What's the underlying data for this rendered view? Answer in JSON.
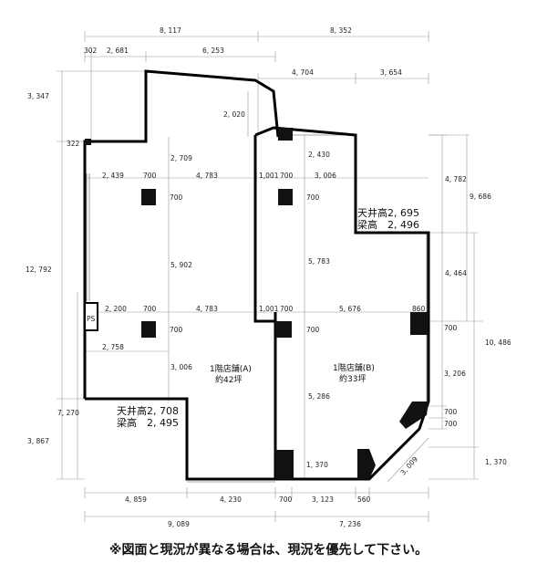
{
  "dimensions": {
    "top_total_left": "8, 117",
    "top_total_right": "8, 352",
    "top_302": "302",
    "top_2681": "2, 681",
    "top_6253": "6, 253",
    "top_4704": "4, 704",
    "top_3654": "3, 654",
    "d_2020": "2, 020",
    "d_2430": "2, 430",
    "d_2709": "2, 709",
    "d_322": "322",
    "d_2439": "2, 439",
    "d_700_a": "700",
    "d_4783_a": "4, 783",
    "d_1001_a": "1,001",
    "d_700_b": "700",
    "d_3006_a": "3, 006",
    "d_700_c": "700",
    "d_700_d": "700",
    "d_5902": "5, 902",
    "d_5783": "5, 783",
    "d_2200": "2, 200",
    "d_700_e": "700",
    "d_4783_b": "4, 783",
    "d_1001_b": "1,001",
    "d_700_f": "700",
    "d_5676": "5, 676",
    "d_860": "860",
    "d_2758": "2, 758",
    "d_700_g": "700",
    "d_700_h": "700",
    "d_3006_b": "3, 006",
    "d_5286": "5, 286",
    "d_1370_a": "1, 370",
    "d_3009": "3, 009",
    "right_4782": "4, 782",
    "right_9686": "9, 686",
    "right_4464": "4, 464",
    "right_700_a": "700",
    "right_10486": "10, 486",
    "right_3206": "3, 206",
    "right_700_b": "700",
    "right_700_c": "700",
    "right_1370": "1, 370",
    "left_3347": "3, 347",
    "left_12792": "12, 792",
    "left_7270": "7, 270",
    "left_3867": "3, 867",
    "bot_4859": "4, 859",
    "bot_4230": "4, 230",
    "bot_700": "700",
    "bot_3123": "3, 123",
    "bot_560": "560",
    "bot_9089": "9, 089",
    "bot_7236": "7, 236"
  },
  "labels": {
    "ps": "PS",
    "shop_a_name": "1階店舗(A)",
    "shop_a_area": "約42坪",
    "shop_b_name": "1階店舗(B)",
    "shop_b_area": "約33坪",
    "ceiling_a": "天井高2, 708",
    "beam_a": "梁高　2, 495",
    "ceiling_b": "天井高2, 695",
    "beam_b": "梁高　2, 496"
  },
  "footer": "※図面と現況が異なる場合は、現況を優先して下さい。"
}
